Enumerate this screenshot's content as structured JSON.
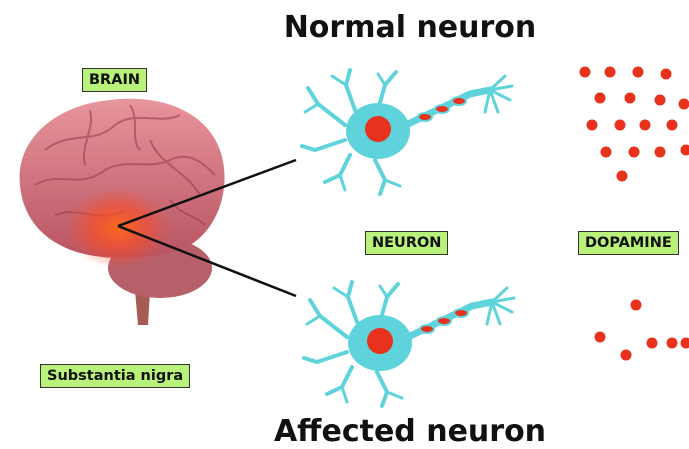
{
  "titles": {
    "normal": "Normal neuron",
    "affected": "Affected neuron"
  },
  "labels": {
    "brain": "BRAIN",
    "substantia_nigra": "Substantia nigra",
    "neuron": "NEURON",
    "dopamine": "DOPAMINE"
  },
  "colors": {
    "neuron_body": "#5fd3dc",
    "nucleus": "#e8321e",
    "dopamine_dot": "#e8321e",
    "label_background": "#b9f27a",
    "brain": "#d9737e",
    "highlight": "#ff5a1f"
  },
  "dopamine_dot_counts": {
    "normal": 17,
    "affected": 6
  }
}
